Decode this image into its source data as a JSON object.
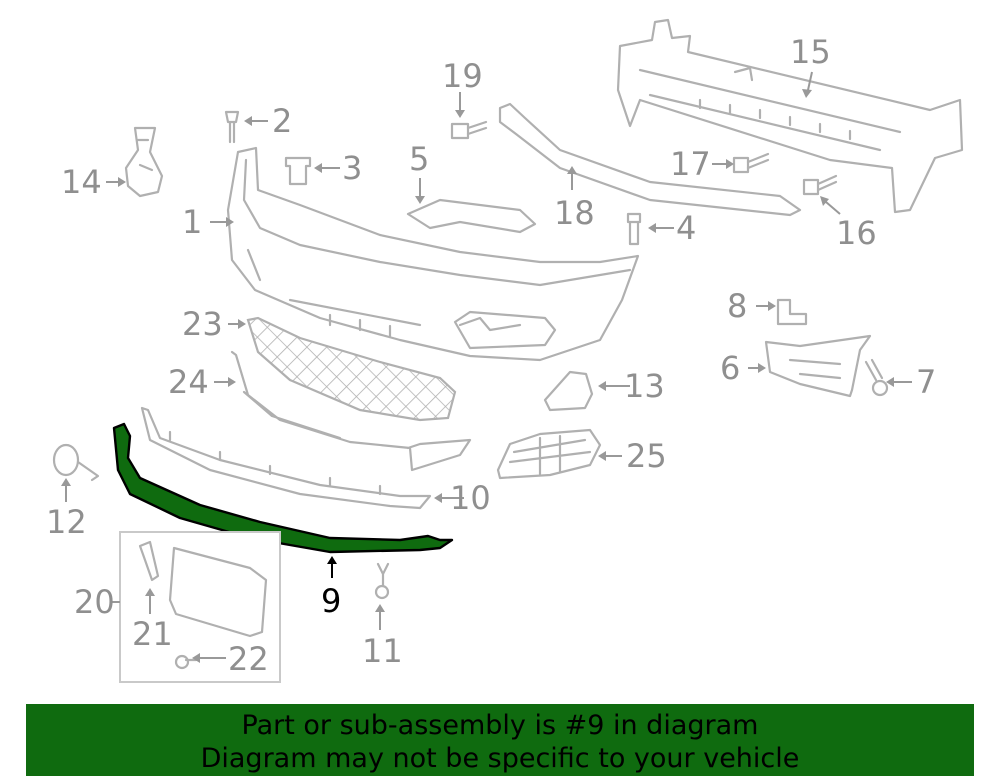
{
  "diagram": {
    "highlighted_part": "9",
    "highlight_color": "#0f6b0f",
    "callouts": {
      "c1": "1",
      "c2": "2",
      "c3": "3",
      "c4": "4",
      "c5": "5",
      "c6": "6",
      "c7": "7",
      "c8": "8",
      "c9": "9",
      "c10": "10",
      "c11": "11",
      "c12": "12",
      "c13": "13",
      "c14": "14",
      "c15": "15",
      "c16": "16",
      "c17": "17",
      "c18": "18",
      "c19": "19",
      "c20": "20",
      "c21": "21",
      "c22": "22",
      "c23": "23",
      "c24": "24",
      "c25": "25"
    }
  },
  "banner": {
    "background": "#0f6b0f",
    "line1": "Part or sub-assembly is #9 in diagram",
    "line2": "Diagram may not be specific to your vehicle"
  }
}
